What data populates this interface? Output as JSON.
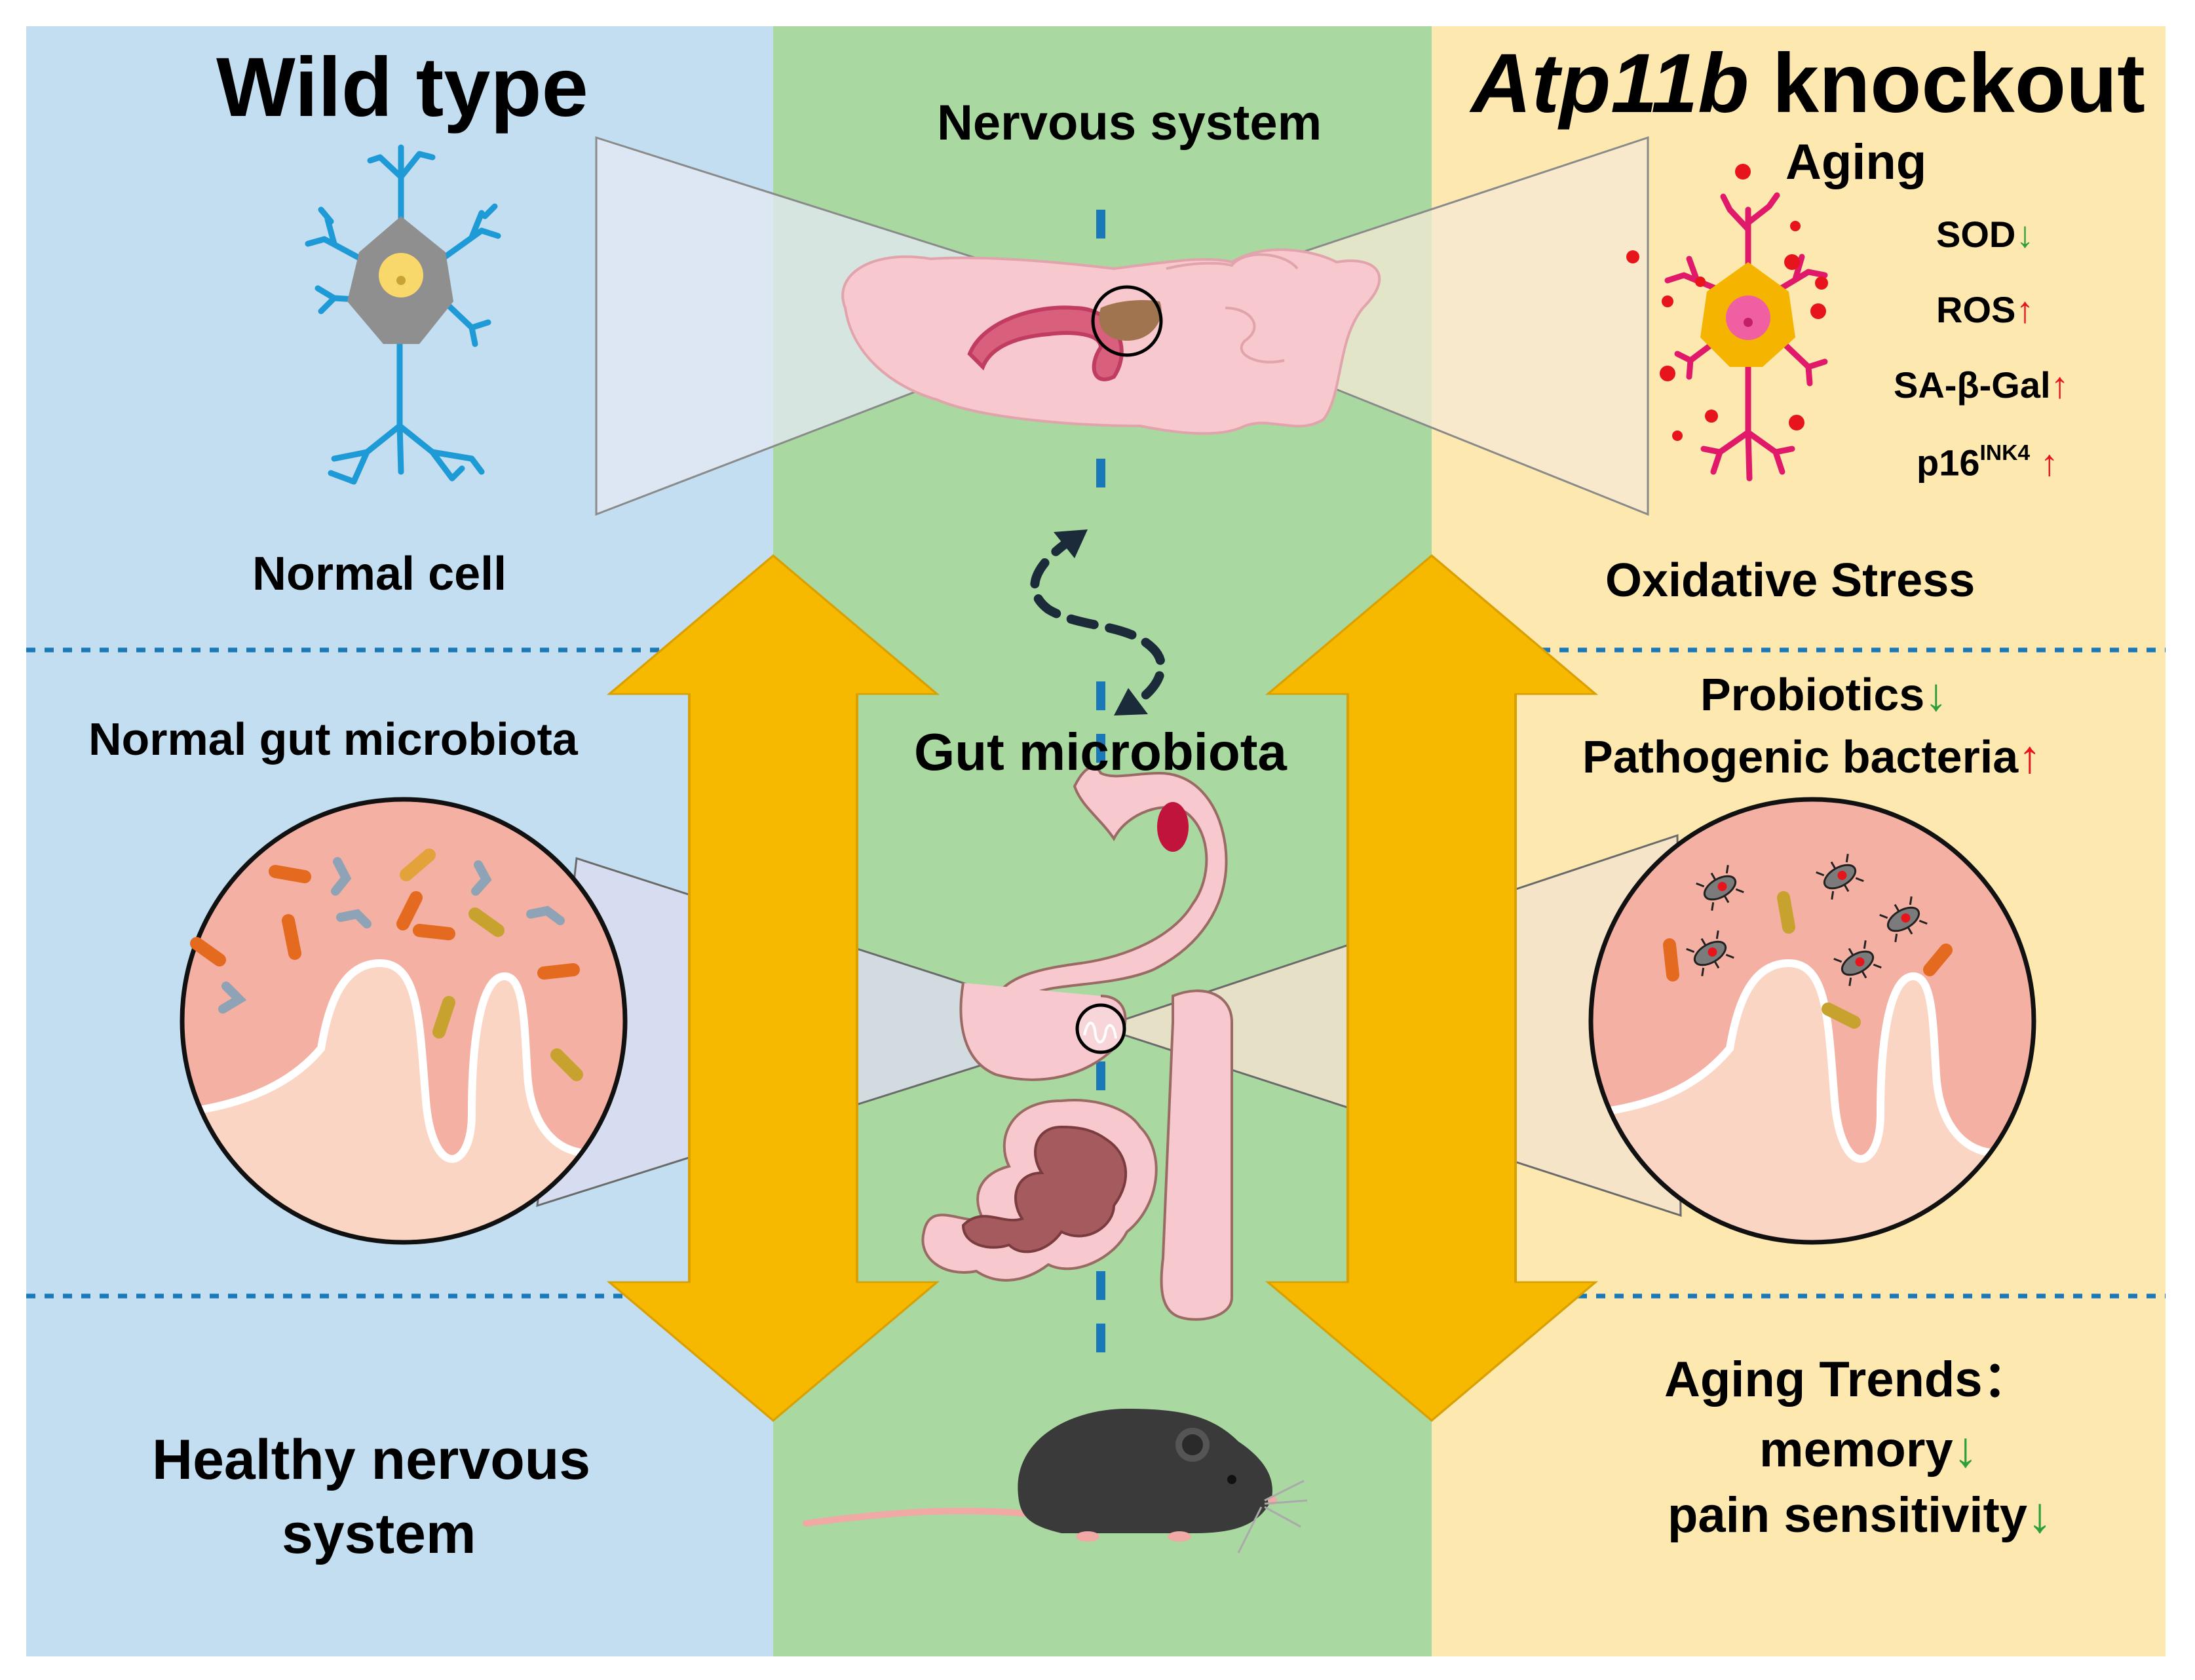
{
  "panels": {
    "left": {
      "title": "Wild type",
      "color": "#c3def0"
    },
    "middle": {
      "color": "#a9d8a0"
    },
    "right": {
      "title_gene": "Atp11b",
      "title_rest": " knockout",
      "color": "#fde8b0"
    }
  },
  "left": {
    "neuron_label": "Normal cell",
    "microbiota_label": "Normal gut microbiota",
    "system_label_line1": "Healthy nervous",
    "system_label_line2": "system"
  },
  "middle": {
    "top_label": "Nervous system",
    "gut_label": "Gut microbiota"
  },
  "right": {
    "aging_label": "Aging",
    "markers": [
      {
        "name": "SOD",
        "direction": "down",
        "arrow": "↓"
      },
      {
        "name": "ROS",
        "direction": "up",
        "arrow": "↑"
      },
      {
        "name": "SA-β-Gal",
        "direction": "up",
        "arrow": "↑"
      },
      {
        "name": "p16",
        "sup": "INK4",
        "direction": "up",
        "arrow": "↑"
      }
    ],
    "stress_label": "Oxidative Stress",
    "probiotics_label": "Probiotics",
    "probiotics_arrow": "↓",
    "pathogenic_label": "Pathogenic bacteria",
    "pathogenic_arrow": "↑",
    "trends_label": "Aging Trends：",
    "memory_label": "memory",
    "memory_arrow": "↓",
    "pain_label": "pain sensitivity",
    "pain_arrow": "↓"
  },
  "colors": {
    "up_arrow": "#e8141b",
    "down_arrow": "#2e9e3a",
    "double_arrow": "#f7b800",
    "neuron_normal": "#1e9ad6",
    "neuron_aging": "#e0196a",
    "axis_line": "#1a78b8"
  },
  "icons": [
    "neuron-icon",
    "aging-neuron-icon",
    "brain-icon",
    "gut-icon",
    "mouse-icon",
    "bacteria-icon",
    "pathogen-icon",
    "double-arrow-icon",
    "bidirectional-dashed-arrow-icon"
  ]
}
